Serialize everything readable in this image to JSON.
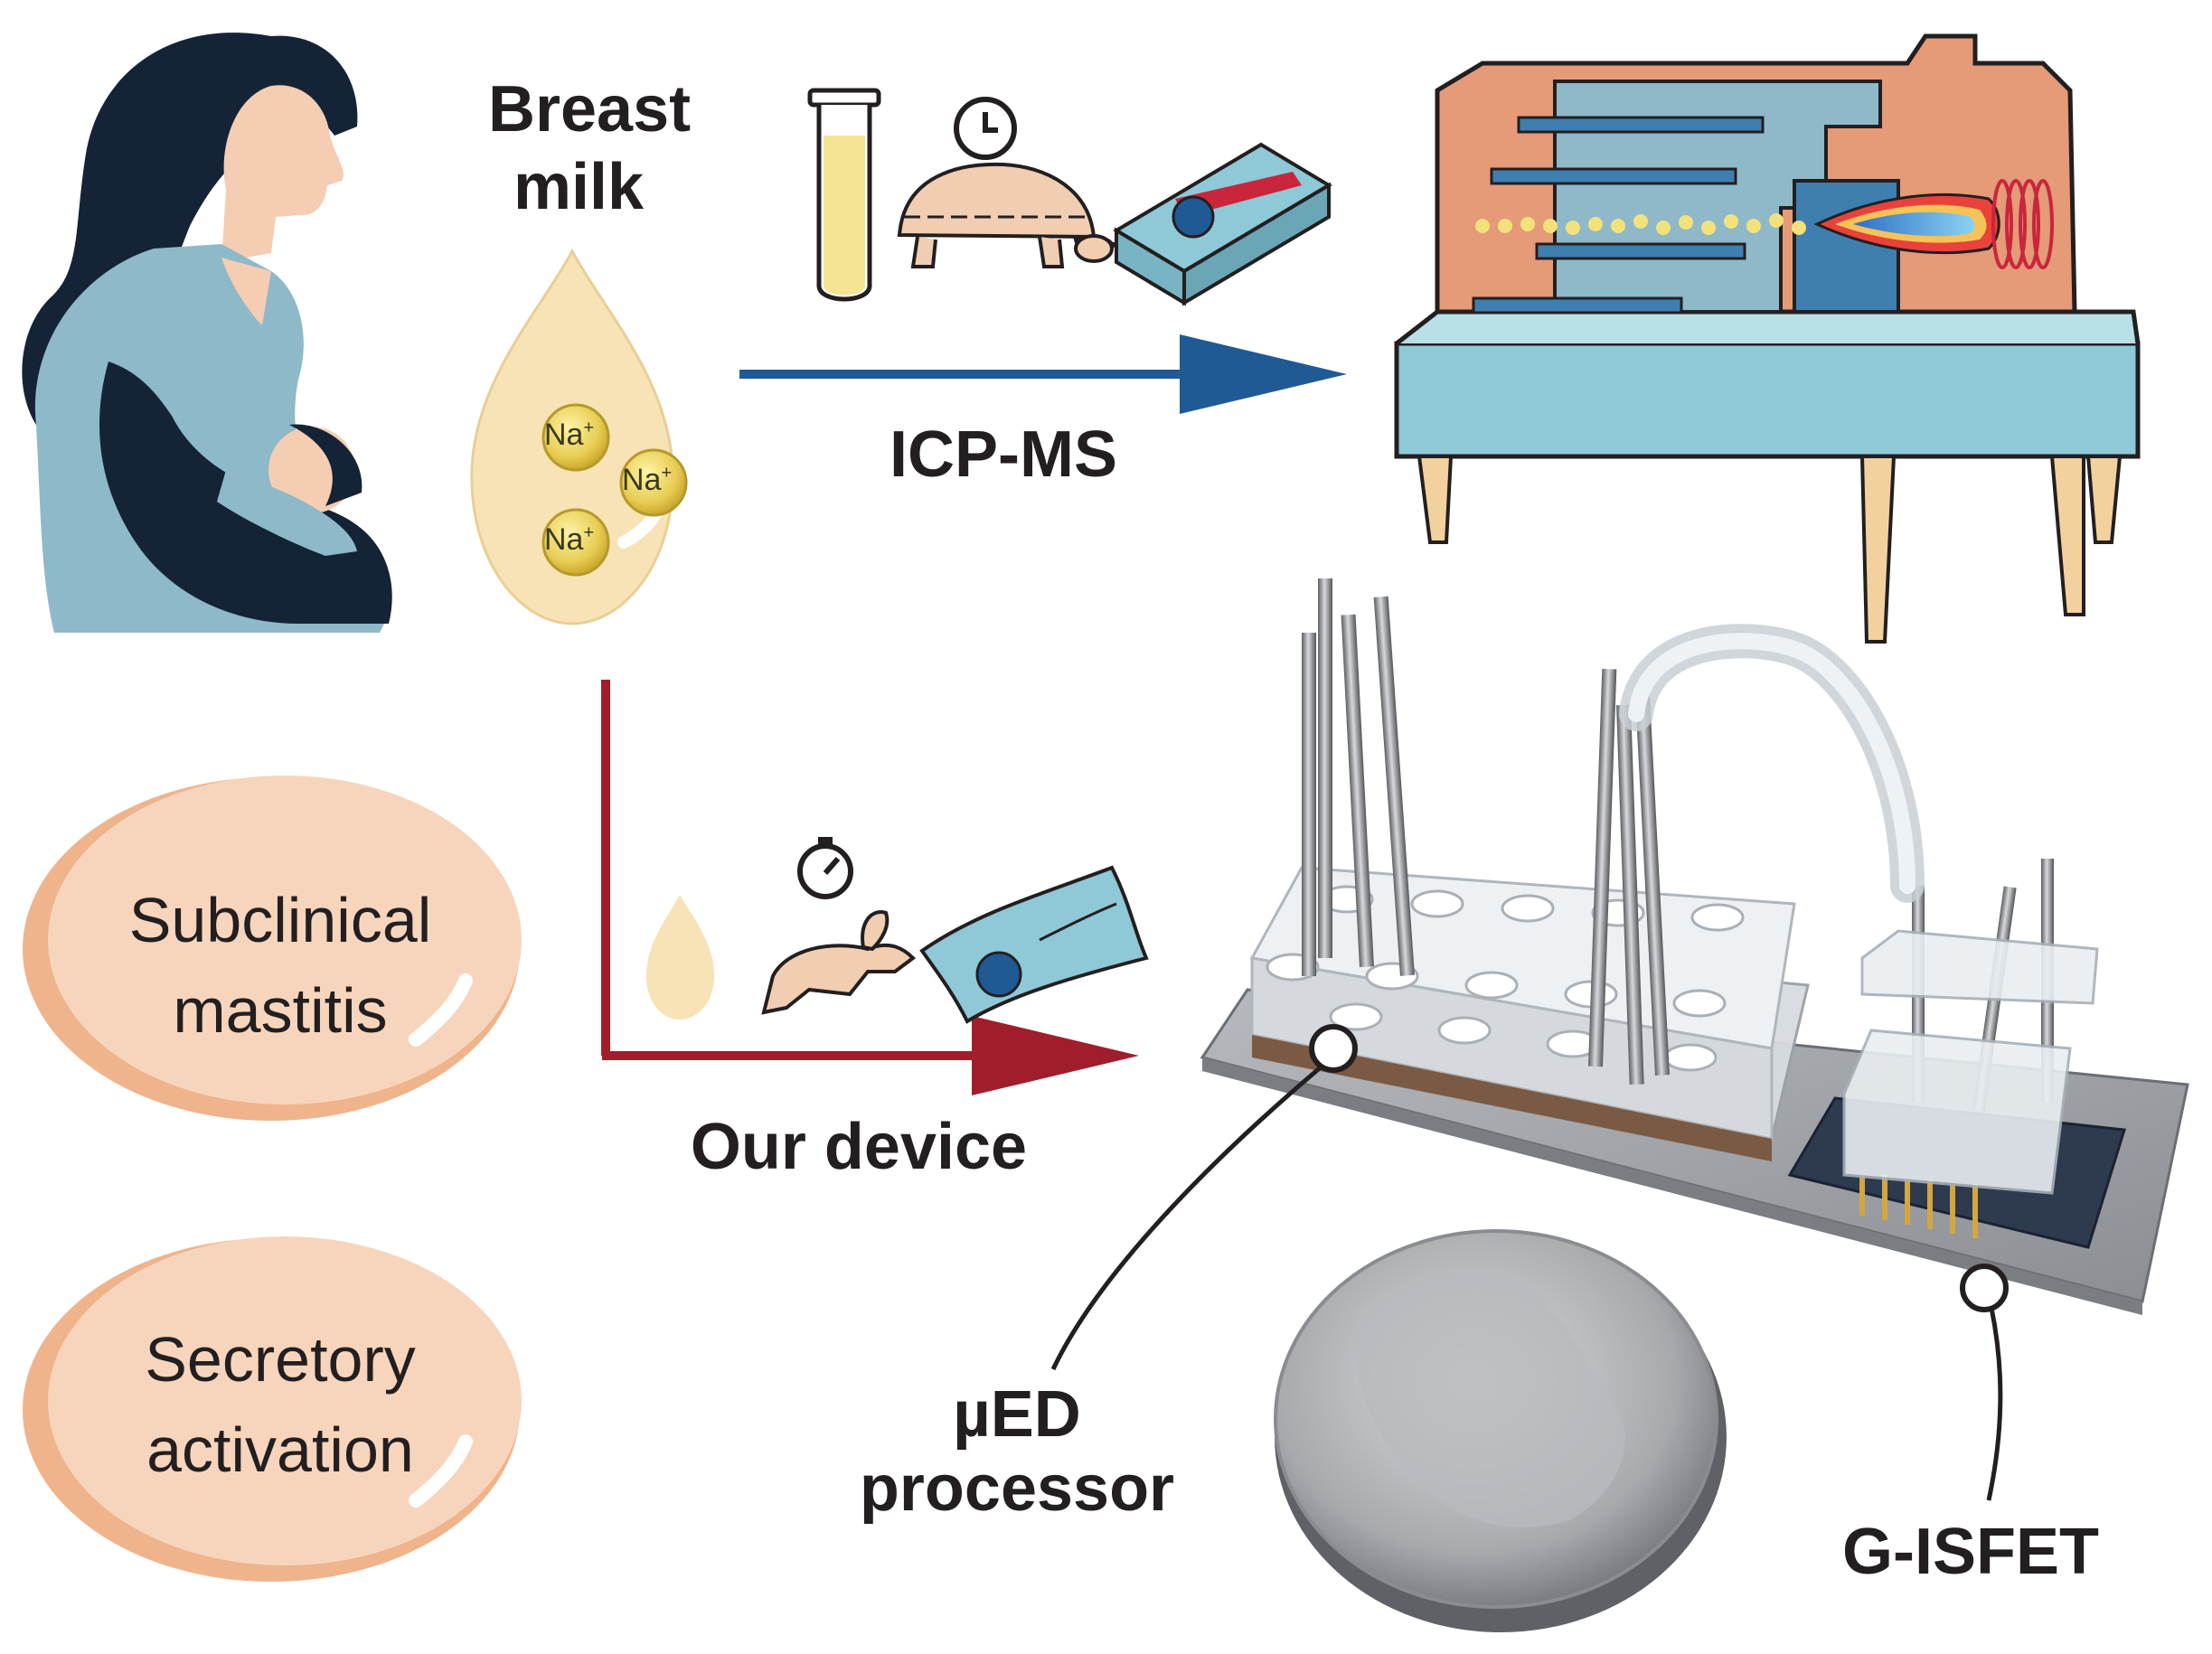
{
  "labels": {
    "breast_milk_line1": "Breast",
    "breast_milk_line2": "milk",
    "icp_ms": "ICP-MS",
    "our_device": "Our device",
    "ued_line1": "µED",
    "ued_line2": "processor",
    "g_isfet": "G-ISFET",
    "subclinical_line1": "Subclinical",
    "subclinical_line2": "mastitis",
    "secretory_line1": "Secretory",
    "secretory_line2": "activation"
  },
  "ions": [
    "Na",
    "Na",
    "Na"
  ],
  "ion_charge": "+",
  "icons": {
    "slow_path": [
      "test-tube-icon",
      "clock-icon",
      "turtle-icon",
      "money-stack-icon"
    ],
    "fast_path": [
      "milk-drop-icon",
      "timer-icon",
      "rabbit-icon",
      "dollar-bill-icon"
    ]
  },
  "colors": {
    "icp_arrow": "#1f5a94",
    "device_arrow": "#a01e2c",
    "mother_dress": "#8db9c9",
    "hair": "#152337",
    "skin": "#f4cdb3",
    "milk_drop": "#f7e3b5",
    "oval": "#f5c7a6",
    "instrument_body": "#e59a78",
    "instrument_inner": "#8fb9c9",
    "table": "#8fc8d6"
  }
}
